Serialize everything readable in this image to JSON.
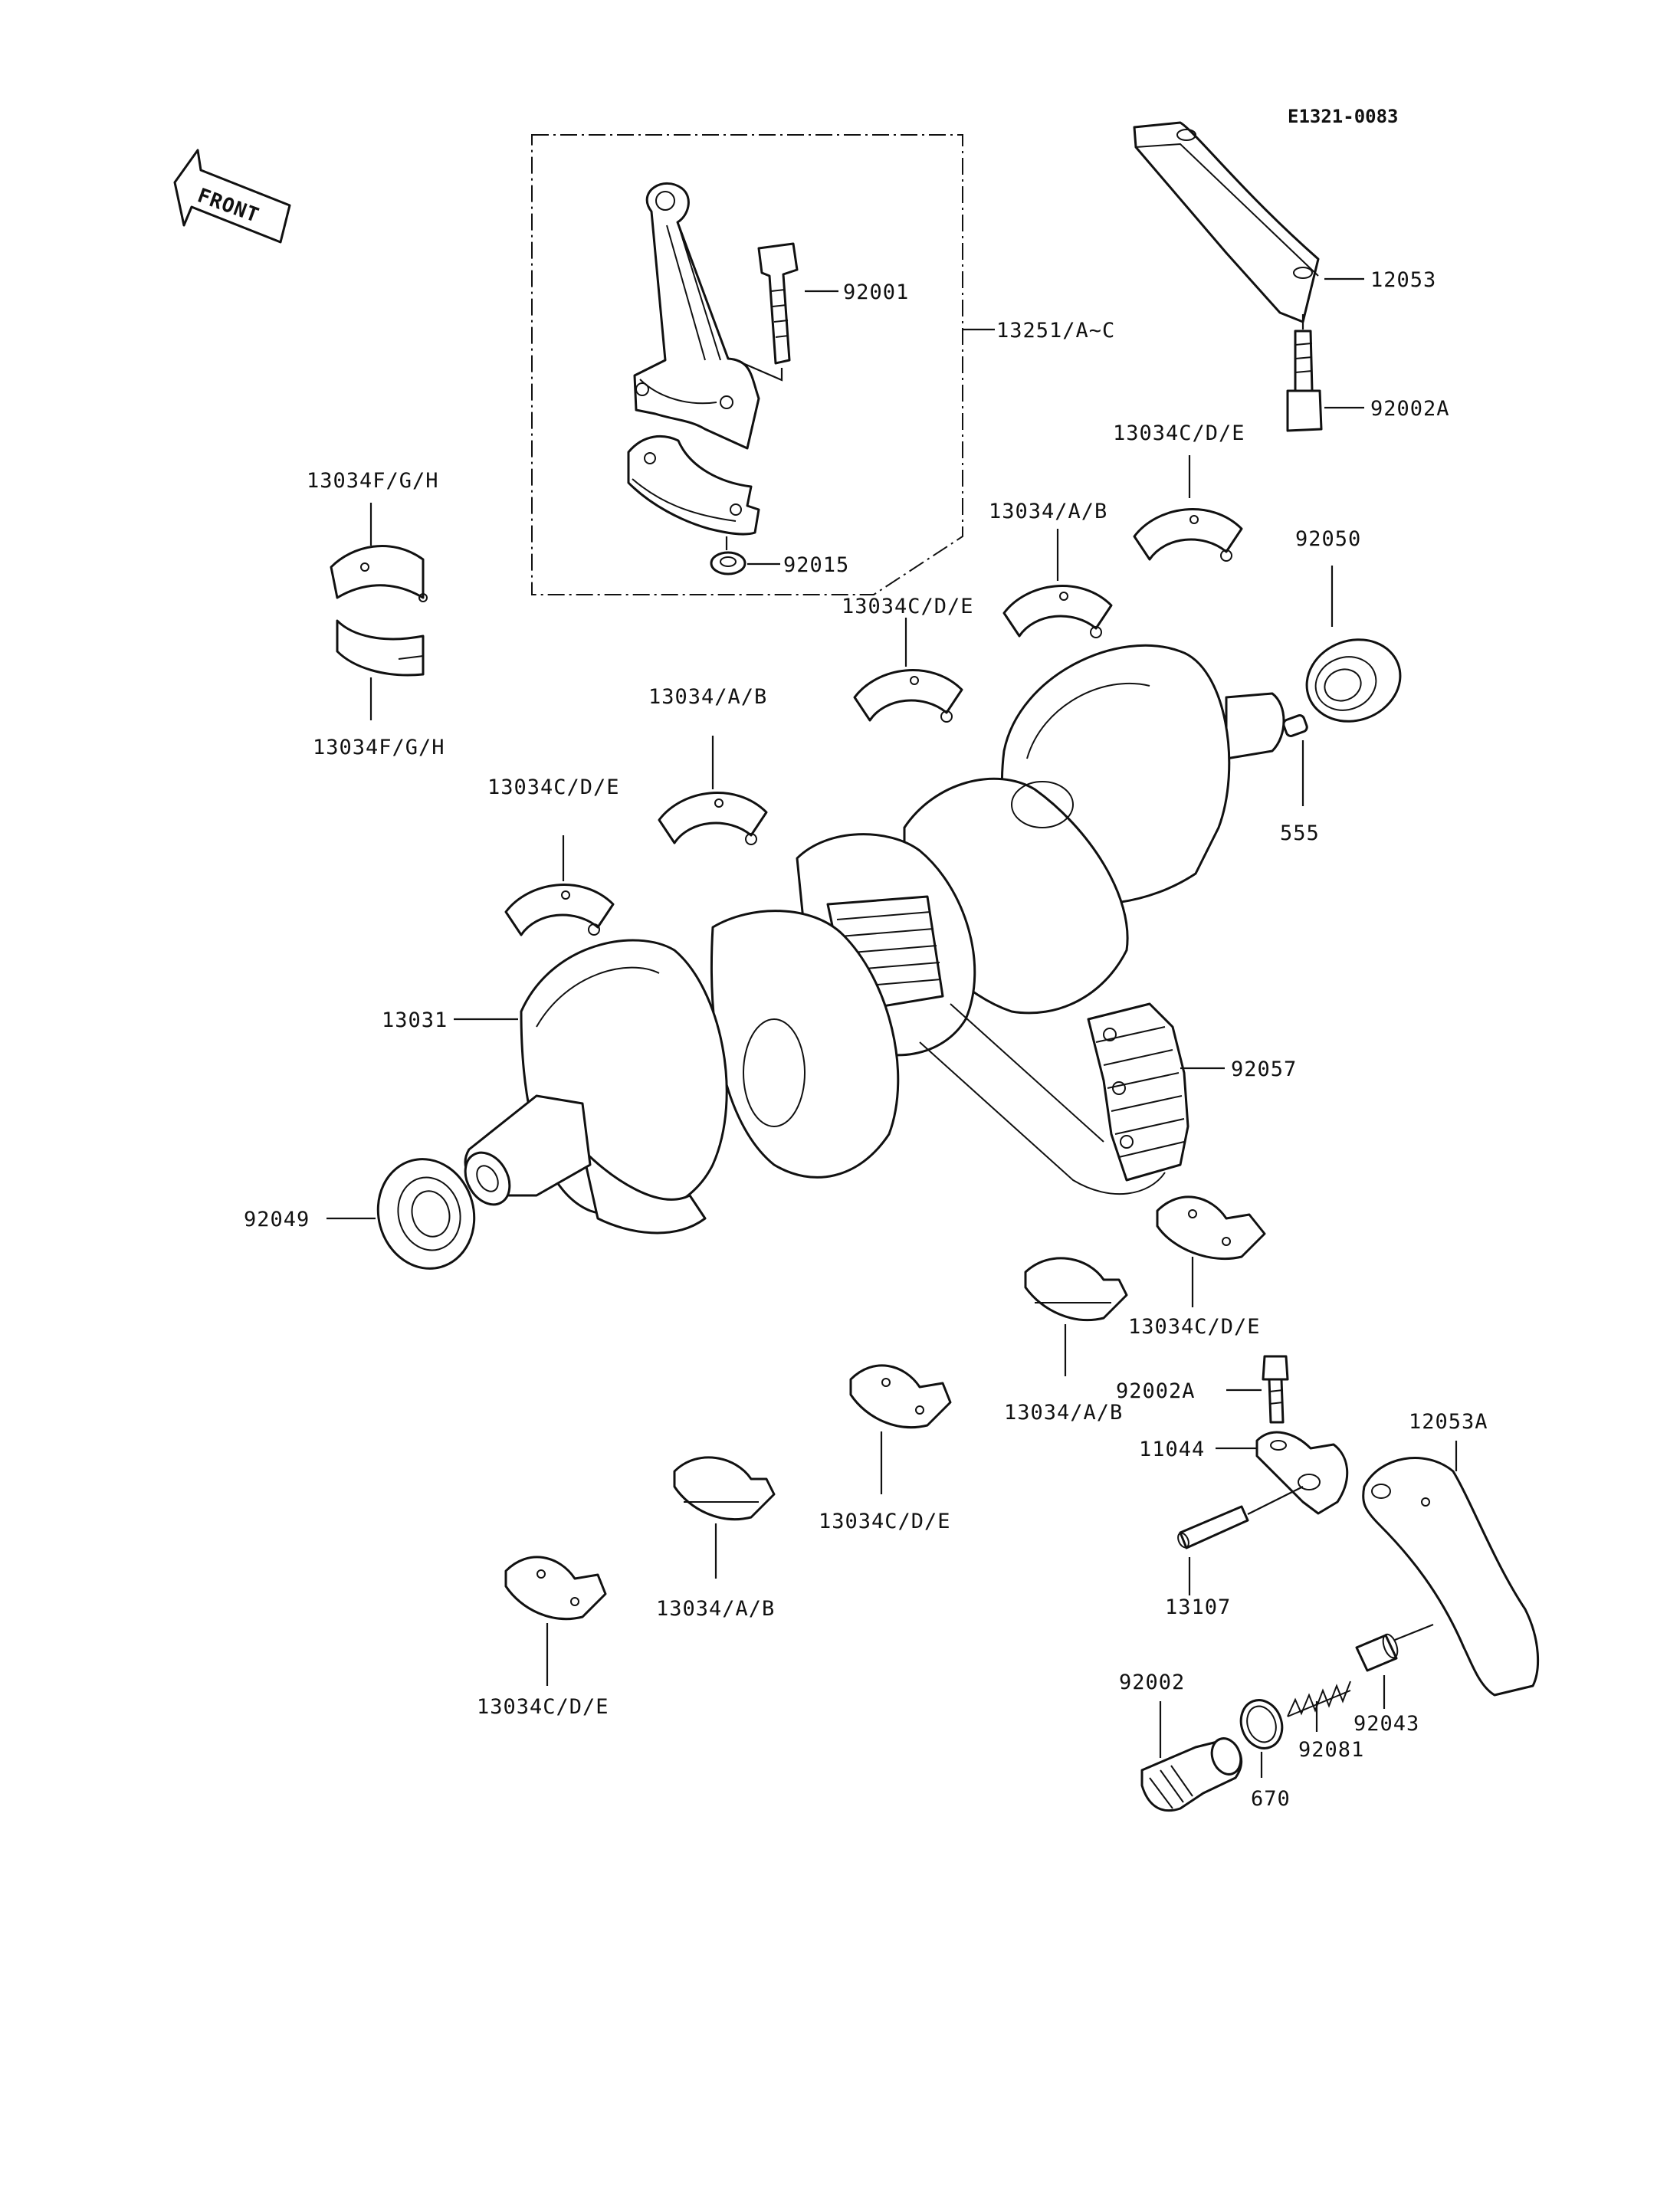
{
  "diagram_code": "E1321-0083",
  "front_label": "FRONT",
  "labels": {
    "p92001": "92001",
    "p13251": "13251/A~C",
    "p92015": "92015",
    "p12053": "12053",
    "p92002A_top": "92002A",
    "p13034FGH_top": "13034F/G/H",
    "p13034FGH_bot": "13034F/G/H",
    "p13034CDE_1": "13034C/D/E",
    "p13034AB_1": "13034/A/B",
    "p13034CDE_2": "13034C/D/E",
    "p13034AB_2": "13034/A/B",
    "p13034CDE_3": "13034C/D/E",
    "p92050": "92050",
    "p555": "555",
    "p13031": "13031",
    "p92057": "92057",
    "p92049": "92049",
    "p13034CDE_4": "13034C/D/E",
    "p13034AB_3": "13034/A/B",
    "p13034CDE_5": "13034C/D/E",
    "p13034AB_4": "13034/A/B",
    "p13034CDE_6": "13034C/D/E",
    "p92002A_bot": "92002A",
    "p11044": "11044",
    "p12053A": "12053A",
    "p13107": "13107",
    "p92002": "92002",
    "p92043": "92043",
    "p92081": "92081",
    "p670": "670"
  }
}
